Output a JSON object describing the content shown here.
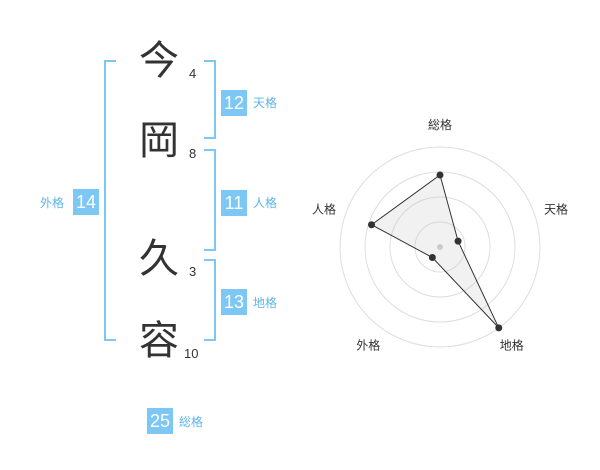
{
  "name_chars": [
    {
      "char": "今",
      "strokes": "4"
    },
    {
      "char": "岡",
      "strokes": "8"
    },
    {
      "char": "久",
      "strokes": "3"
    },
    {
      "char": "容",
      "strokes": "10"
    }
  ],
  "scores": {
    "tenkaku": {
      "label": "天格",
      "value": "12"
    },
    "jinkaku": {
      "label": "人格",
      "value": "11"
    },
    "chikaku": {
      "label": "地格",
      "value": "13"
    },
    "gaikaku": {
      "label": "外格",
      "value": "14"
    },
    "soukaku": {
      "label": "総格",
      "value": "25"
    }
  },
  "colors": {
    "accent": "#7cc7f4",
    "accent_text": "#5fb4e8"
  },
  "chart_data": {
    "type": "radar",
    "axes": [
      "総格",
      "天格",
      "地格",
      "外格",
      "人格"
    ],
    "values": [
      0.72,
      0.19,
      1.0,
      0.13,
      0.72
    ],
    "rings": 4
  }
}
